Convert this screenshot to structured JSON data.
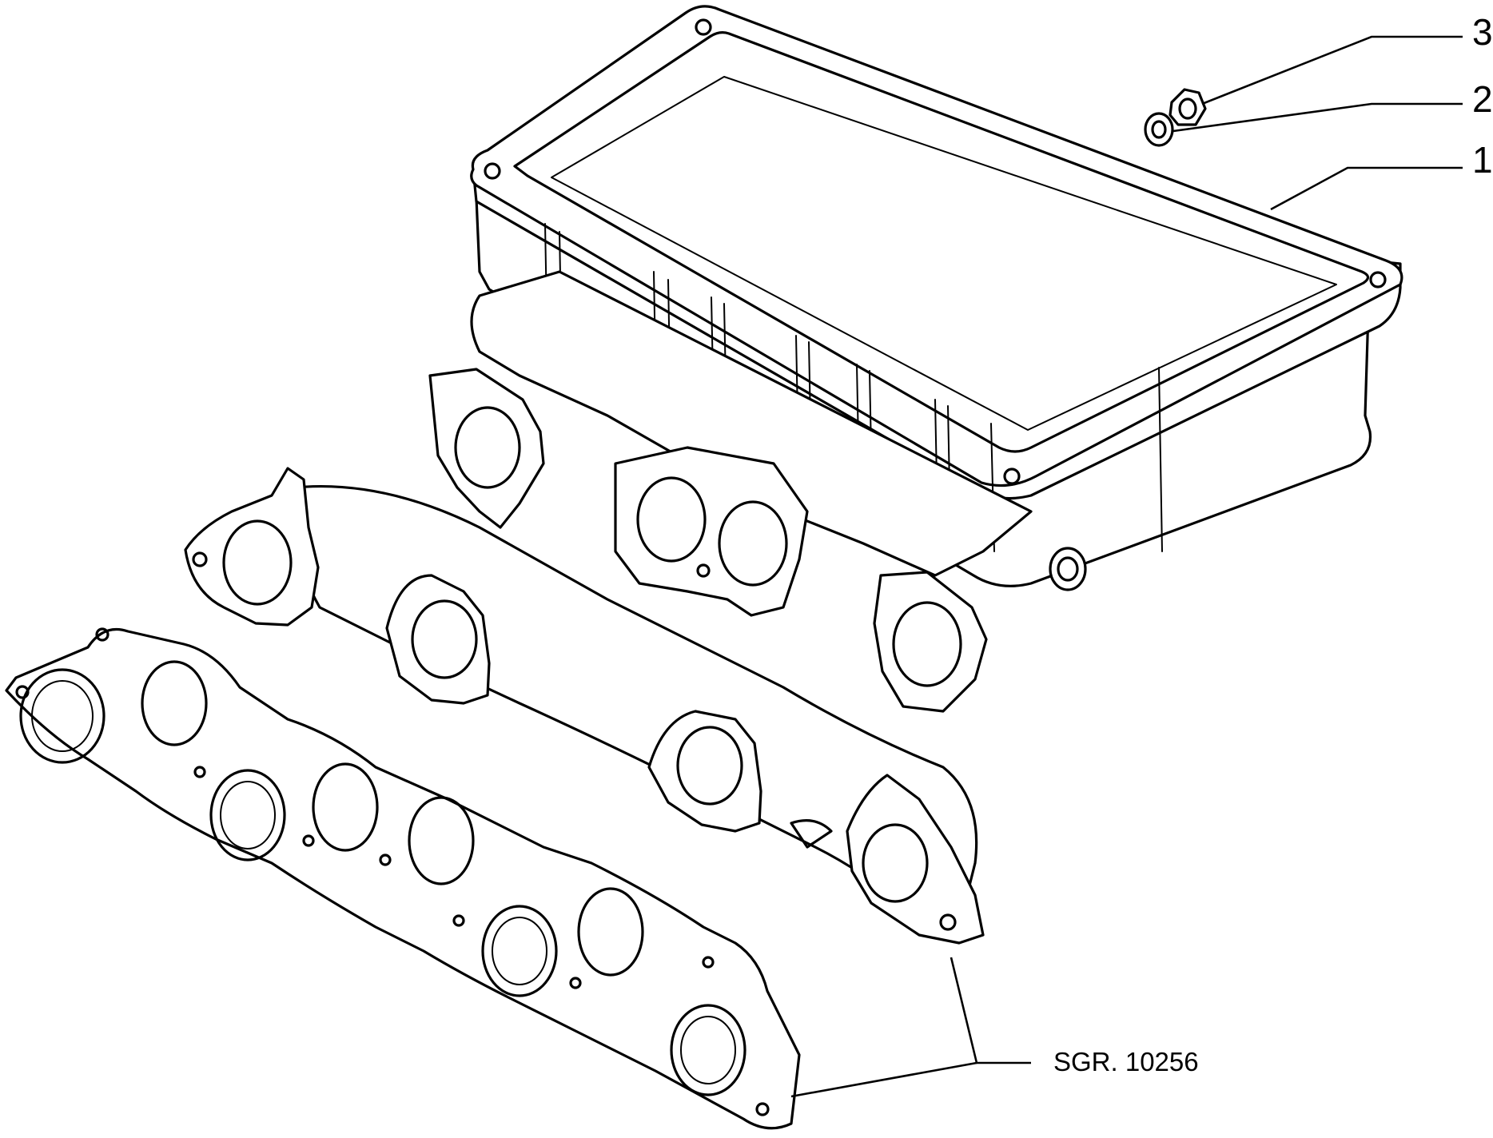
{
  "diagram": {
    "callouts": [
      {
        "label": "3"
      },
      {
        "label": "2"
      },
      {
        "label": "1"
      }
    ],
    "reference_code": "SGR. 10256"
  }
}
